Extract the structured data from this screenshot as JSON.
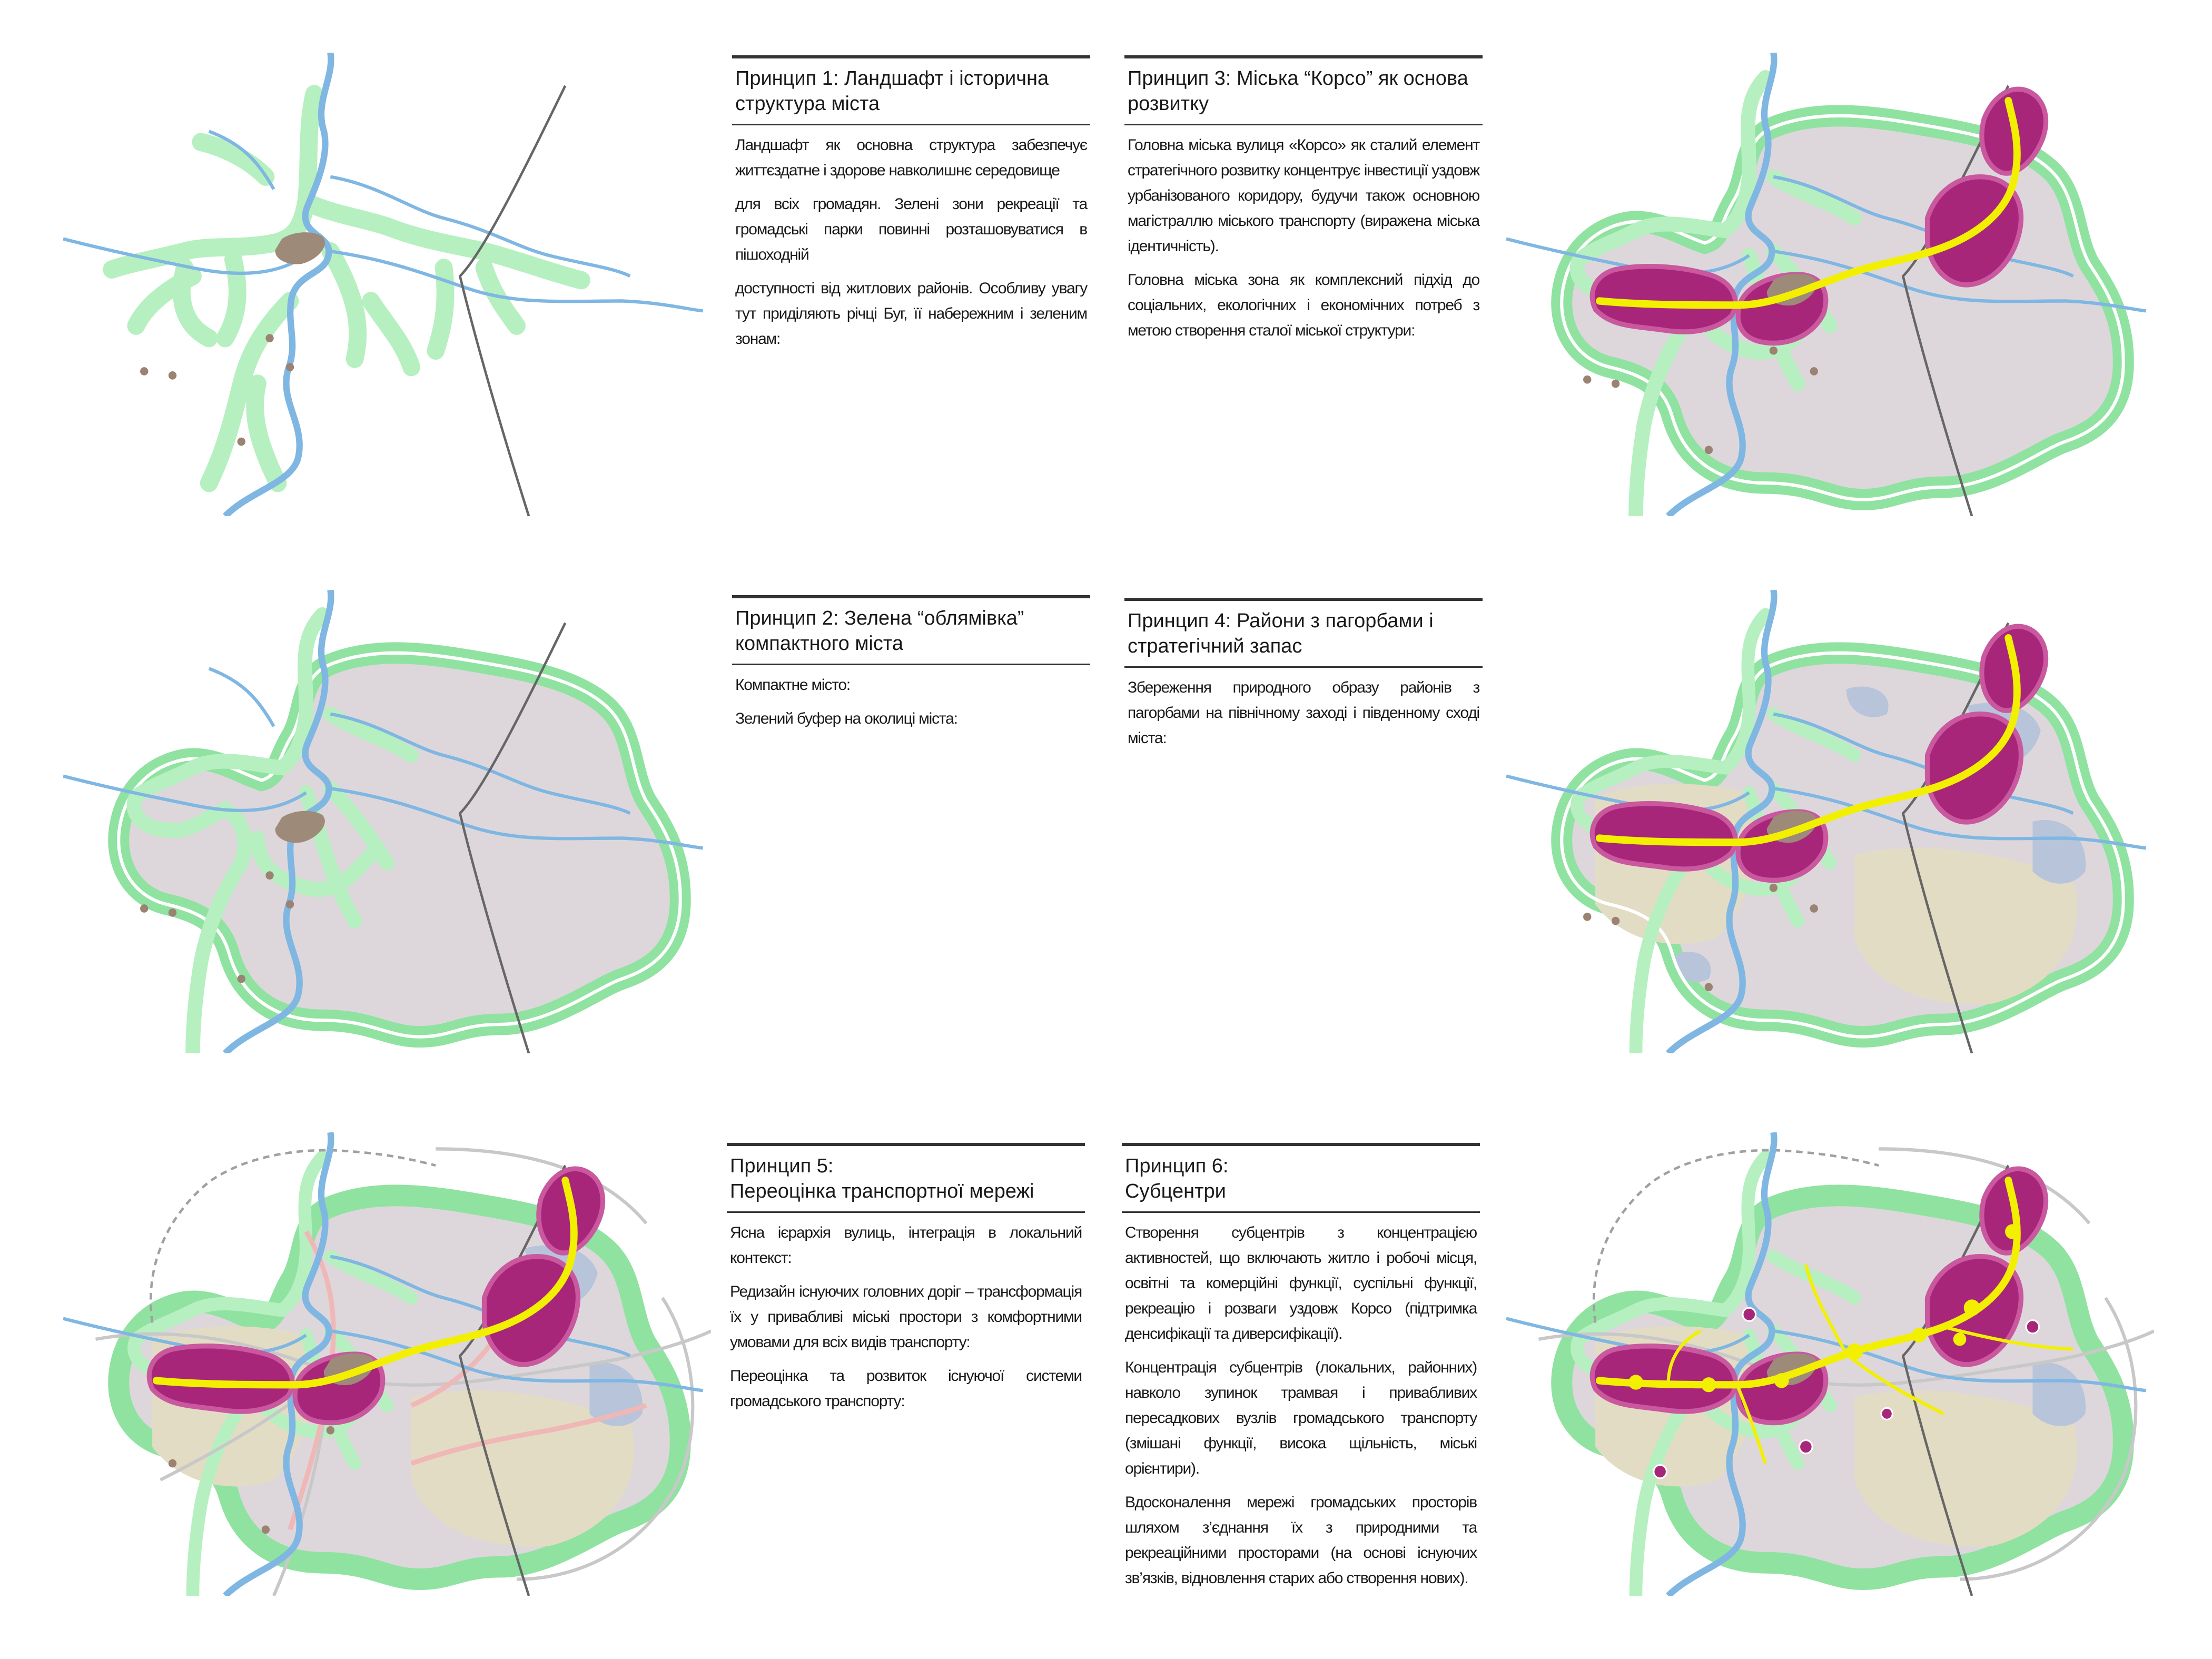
{
  "colors": {
    "river": "#7fb7e2",
    "green": "#b6f0c0",
    "green_ring": "#90e2a0",
    "city": "#ddd7dc",
    "hill": "#e3dcc4",
    "reserve": "#b8c4da",
    "corso": "#a8267a",
    "corso_halo": "#c9589f",
    "axis": "#f2f000",
    "centre": "#9e8a78",
    "rail": "#666666",
    "roads": "#c8c8c8",
    "dot": "#9c8273"
  },
  "principles": {
    "p1": {
      "title": [
        "Принцип 1: Ландшафт і історична",
        "структура міста"
      ],
      "paragraphs": [
        "Ландшафт як основна структура забезпечує життєздатне і здорове навколишнє середовище",
        "для всіх громадян. Зелені зони рекреації та громадські парки повинні розташовуватися в пішоходній",
        "доступності від житлових районів. Особливу увагу тут приділяють річці Буг, її набережним і зеленим зонам:"
      ]
    },
    "p2": {
      "title": [
        "Принцип 2: Зелена “облямівка”",
        "компактного міста"
      ],
      "paragraphs": [
        "Компактне місто:",
        "Зелений буфер на околиці міста:"
      ]
    },
    "p3": {
      "title": [
        "Принцип 3: Міська “Корсо” як основа",
        "розвитку"
      ],
      "paragraphs": [
        "Головна міська вулиця «Корсо» як сталий елемент стратегічного розвитку концентрує інвестиції уздовж урбанізованого коридору, будучи також основною магістраллю міського транспорту (виражена міська ідентичність).",
        "Головна міська зона як комплексний підхід до соціальних, екологічних і економічних потреб з метою створення сталої міської структури:"
      ]
    },
    "p4": {
      "title": [
        "Принцип 4: Райони з пагорбами і",
        "стратегічний запас"
      ],
      "paragraphs": [
        "Збереження природного образу районів з пагорбами на північному заході і південному сході міста:"
      ]
    },
    "p5": {
      "title": [
        "Принцип 5:",
        "Переоцінка транспортної мережі"
      ],
      "paragraphs": [
        "Ясна ієрархія вулиць, інтеграція в локальний контекст:",
        "Редизайн існуючих головних доріг – трансформація їх у привабливі міські простори з комфортними умовами для всіх видів транспорту:",
        "Переоцінка та розвиток існуючої системи громадського транспорту:"
      ]
    },
    "p6": {
      "title": [
        "Принцип 6:",
        "Субцентри"
      ],
      "paragraphs": [
        "Створення субцентрів з концентрацією активностей, що включають житло і робочі місця, освітні та комерційні функції, суспільні функції, рекреацію і розваги уздовж Корсо (підтримка денсифікації та диверсифікації).",
        "Концентрація субцентрів (локальних, районних) навколо зупинок трамвая і привабливих пересадкових вузлів громадського транспорту (змішані функції, висока щільність, міські орієнтири).",
        "Вдосконалення мережі громадських просторів шляхом з’єднання їх з природними та рекреаційними просторами (на основі існуючих зв’язків, відновлення старих або створення нових)."
      ]
    }
  }
}
